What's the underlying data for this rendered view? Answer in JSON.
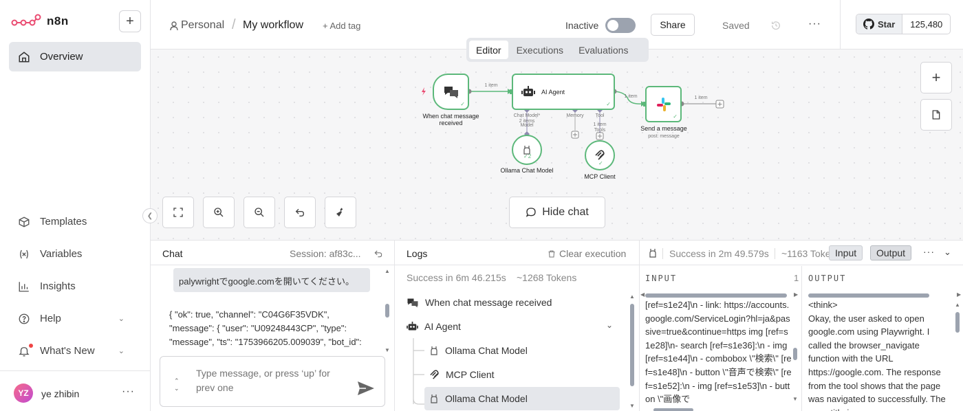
{
  "app": {
    "name": "n8n",
    "accent": "#ea4b71"
  },
  "sidebar": {
    "overview": "Overview",
    "items": [
      {
        "label": "Templates",
        "icon": "box-icon"
      },
      {
        "label": "Variables",
        "icon": "variable-icon"
      },
      {
        "label": "Insights",
        "icon": "chart-icon"
      },
      {
        "label": "Help",
        "icon": "help-icon"
      },
      {
        "label": "What's New",
        "icon": "bell-icon"
      }
    ],
    "user": {
      "initials": "YZ",
      "name": "ye zhibin"
    }
  },
  "header": {
    "project": "Personal",
    "workflow": "My workflow",
    "add_tag": "+ Add tag",
    "status": "Inactive",
    "share": "Share",
    "saved": "Saved",
    "github_star": "Star",
    "github_count": "125,480"
  },
  "tabs": [
    "Editor",
    "Executions",
    "Evaluations"
  ],
  "canvas": {
    "nodes": {
      "trigger": "When chat message received",
      "agent": "AI Agent",
      "slack": "Send a message",
      "slack_sub": "post: message",
      "ollama": "Ollama Chat Model",
      "mcp": "MCP Client"
    },
    "connector_labels": {
      "item1": "1 item",
      "item2": "1 item",
      "item3": "1 item",
      "chat_model": "Chat Model*",
      "items2": "2 items",
      "model": "Model",
      "memory": "Memory",
      "tool": "Tool",
      "tool_item": "1 item",
      "tools": "Tools"
    },
    "ollama_count": "2",
    "hide_chat": "Hide chat"
  },
  "chat": {
    "title": "Chat",
    "session": "Session: af83c...",
    "user_message": "palywrightでgoogle.comを開いてください。",
    "bot_message": "{ \"ok\": true, \"channel\": \"C04G6F35VDK\", \"message\": { \"user\": \"U09248443CP\", \"type\": \"message\", \"ts\": \"1753966205.009039\", \"bot_id\": ",
    "placeholder": "Type message, or press ‘up’ for prev one"
  },
  "logs": {
    "title": "Logs",
    "clear": "Clear execution",
    "summary_time": "Success in 6m 46.215s",
    "summary_tokens": "~1268 Tokens",
    "rows": [
      {
        "label": "When chat message received"
      },
      {
        "label": "AI Agent"
      },
      {
        "label": "Ollama Chat Model"
      },
      {
        "label": "MCP Client"
      },
      {
        "label": "Ollama Chat Model"
      }
    ]
  },
  "detail": {
    "status": "Success in 2m 49.579s",
    "tokens": "~1163 Toke",
    "input_btn": "Input",
    "output_btn": "Output",
    "input_label": "INPUT",
    "input_page": "1",
    "output_label": "OUTPUT",
    "input_text": "[ref=s1e24]\\n - link: https://accounts.google.com/ServiceLogin?hl=ja&passive=true&continue=https img [ref=s1e28]\\n- search [ref=s1e36]:\\n - img [ref=s1e44]\\n - combobox \\\"検索\\\" [ref=s1e48]\\n - button \\\"音声で検索\\\" [ref=s1e52]:\\n - img [ref=s1e53]\\n - button \\\"画像で",
    "output_text": "<think>\nOkay, the user asked to open google.com using Playwright. I called the browser_navigate function with the URL https://google.com. The response from the tool shows that the page was navigated to successfully. The page title is"
  }
}
